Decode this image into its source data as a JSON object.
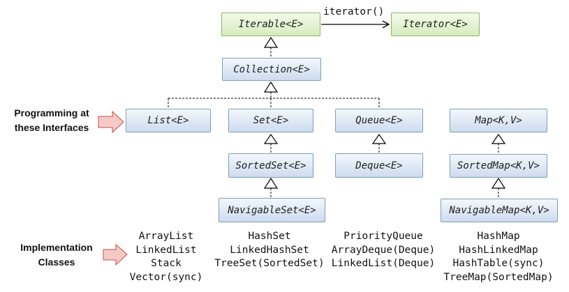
{
  "interfaces": {
    "iterable": "Iterable<E>",
    "iterator": "Iterator<E>",
    "collection": "Collection<E>",
    "list": "List<E>",
    "set": "Set<E>",
    "queue": "Queue<E>",
    "map": "Map<K,V>",
    "sorted_set": "SortedSet<E>",
    "deque": "Deque<E>",
    "sorted_map": "SortedMap<K,V>",
    "navigable_set": "NavigableSet<E>",
    "navigable_map": "NavigableMap<K,V>"
  },
  "edge_labels": {
    "iterator_method": "iterator()"
  },
  "side_labels": {
    "programming": [
      "Programming at",
      "these Interfaces"
    ],
    "implementation": [
      "Implementation",
      "Classes"
    ]
  },
  "implementations": {
    "list": [
      "ArrayList",
      "LinkedList",
      "Stack",
      "Vector(sync)"
    ],
    "set": [
      "HashSet",
      "LinkedHashSet",
      "TreeSet(SortedSet)"
    ],
    "queue": [
      "PriorityQueue",
      "ArrayDeque(Deque)",
      "LinkedList(Deque)"
    ],
    "map": [
      "HashMap",
      "HashLinkedMap",
      "HashTable(sync)",
      "TreeMap(SortedMap)"
    ]
  },
  "colors": {
    "box_border": "#7f9db9",
    "box_fill_top": "#f3f7fc",
    "box_fill_bottom": "#cddcef",
    "green_border": "#8fb36a",
    "green_fill_top": "#f4faea",
    "green_fill_bottom": "#d6ebbd",
    "arrow_fill": "#f6c9c4",
    "arrow_stroke": "#c0504d"
  }
}
